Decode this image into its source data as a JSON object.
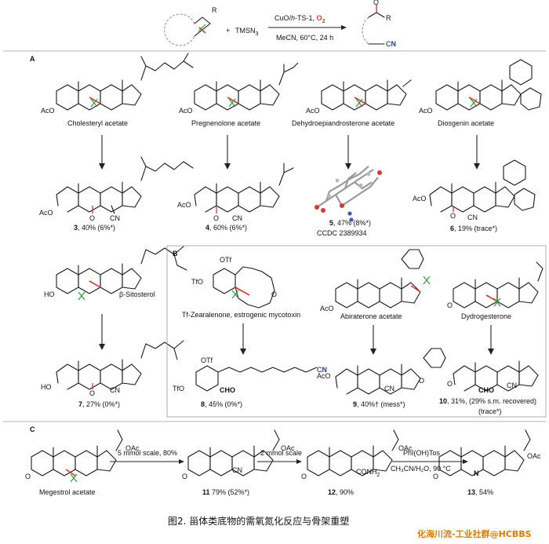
{
  "scheme": {
    "reagent": "TMSN",
    "reagent_sub": "3",
    "conditions_top_a": "CuO/",
    "conditions_top_b": "h",
    "conditions_top_c": "-TS-1, ",
    "conditions_top_o2": "O",
    "conditions_top_o2_sub": "2",
    "conditions_bottom": "MeCN, 60°C, 24 h",
    "sub_R": "R",
    "prod_R": "R",
    "prod_C": "C",
    "prod_N": "N",
    "plus": "+"
  },
  "panels": {
    "a": "A",
    "b": "B",
    "c": "C"
  },
  "labels": {
    "aco": "AcO",
    "ho": "HO",
    "otf": "OTf",
    "tfo": "TfO",
    "cn": "CN",
    "cho": "CHO",
    "oac": "OAc",
    "conh2": "CONH",
    "conh2_sub": "2",
    "h": "H",
    "o": "O",
    "n": "N"
  },
  "compounds": [
    {
      "name": "Cholesteryl acetate"
    },
    {
      "name": "Pregnenolone acetate"
    },
    {
      "name": "Dehydroepiandrosterone acetate"
    },
    {
      "name": "Diosgenin acetate"
    },
    {
      "name": "β-Sitosterol"
    },
    {
      "name": "Tf-Zearalenone, estrogenic mycotoxin"
    },
    {
      "name": "Abiraterone acetate"
    },
    {
      "name": "Dydrogesterone"
    },
    {
      "name": "Megestrol acetate"
    }
  ],
  "products": [
    {
      "num": "3",
      "rest": ", 40% (6%*)"
    },
    {
      "num": "4",
      "rest": ", 60% (6%*)"
    },
    {
      "num": "5",
      "rest": ", 47% (8%*)"
    },
    {
      "num": "6",
      "rest": ", 19% (trace*)"
    },
    {
      "num": "7",
      "rest": ", 27% (0%*)"
    },
    {
      "num": "8",
      "rest": ", 45% (0%*)"
    },
    {
      "num": "9",
      "rest": ", 40%† (mess*)"
    },
    {
      "num": "10",
      "rest": ", 31%, (29% s.m. recovered)"
    },
    {
      "num": "11",
      "rest": " 79% (52%*)"
    },
    {
      "num": "12",
      "rest": ", 90%"
    },
    {
      "num": "13",
      "rest": ", 54%"
    }
  ],
  "extra": {
    "ccdc": "CCDC 2389934",
    "trace": "(trace*)"
  },
  "sequence": {
    "step1": "5 mmol scale, 80%",
    "step2": "2 mmol scale",
    "step3_top": "PhI(OH)Tos",
    "step3_bottom": "CH₃CN/H₂O, 90 °C"
  },
  "caption": "图2. 甾体类底物的需氧氮化反应与骨架重塑",
  "watermark": "化海川流-工业社群@HCBBS"
}
